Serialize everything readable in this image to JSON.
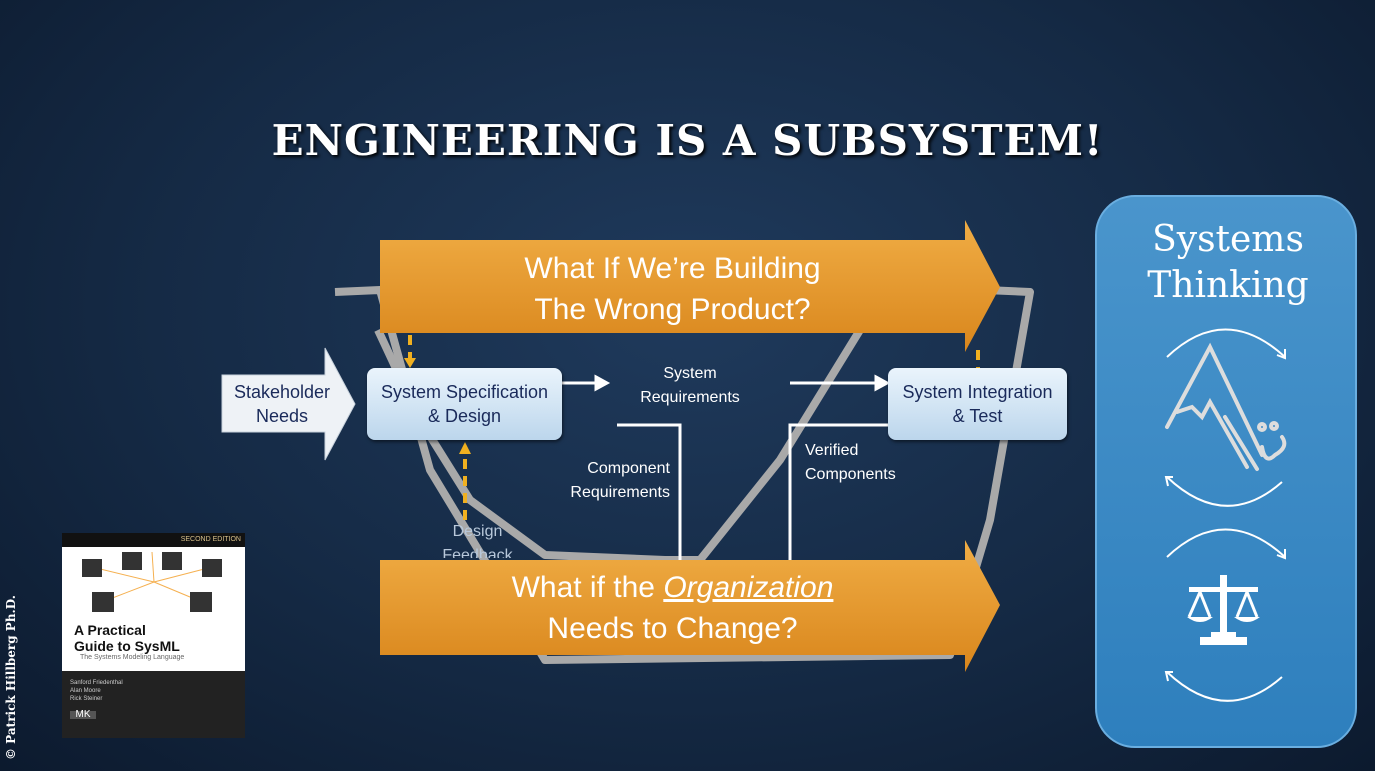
{
  "slide": {
    "title": "ENGINEERING IS A SUBSYSTEM!",
    "copyright": "© Patrick Hillberg Ph.D."
  },
  "top_arrow": {
    "line1": "What If We’re Building",
    "line2": "The Wrong Product?"
  },
  "bottom_arrow": {
    "prefix": "What if the ",
    "emphasis": "Organization",
    "line2": "Needs to Change?"
  },
  "stakeholder": {
    "line1": "Stakeholder",
    "line2": "Needs"
  },
  "spec_box": {
    "line1": "System Specification",
    "line2": "& Design"
  },
  "integration_box": {
    "line1": "System Integration",
    "line2": "& Test"
  },
  "labels": {
    "sysreq1": "System",
    "sysreq2": "Requirements",
    "compreq1": "Component",
    "compreq2": "Requirements",
    "verified1": "Verified",
    "verified2": "Components",
    "feedback1": "Design",
    "feedback2": "Feedback"
  },
  "panel": {
    "title1": "Systems",
    "title2": "Thinking",
    "icons": [
      "mountain-icon",
      "scales-icon"
    ]
  },
  "book": {
    "edition": "SECOND EDITION",
    "title1": "A Practical",
    "title2": "Guide to SysML",
    "subtitle": "The Systems Modeling Language",
    "authors": [
      "Sanford Friedenthal",
      "Alan Moore",
      "Rick Steiner"
    ],
    "publisher": "MK"
  },
  "colors": {
    "orange": "#e39a2b",
    "panel": "#3a8ac6",
    "dash": "#f0b020"
  }
}
